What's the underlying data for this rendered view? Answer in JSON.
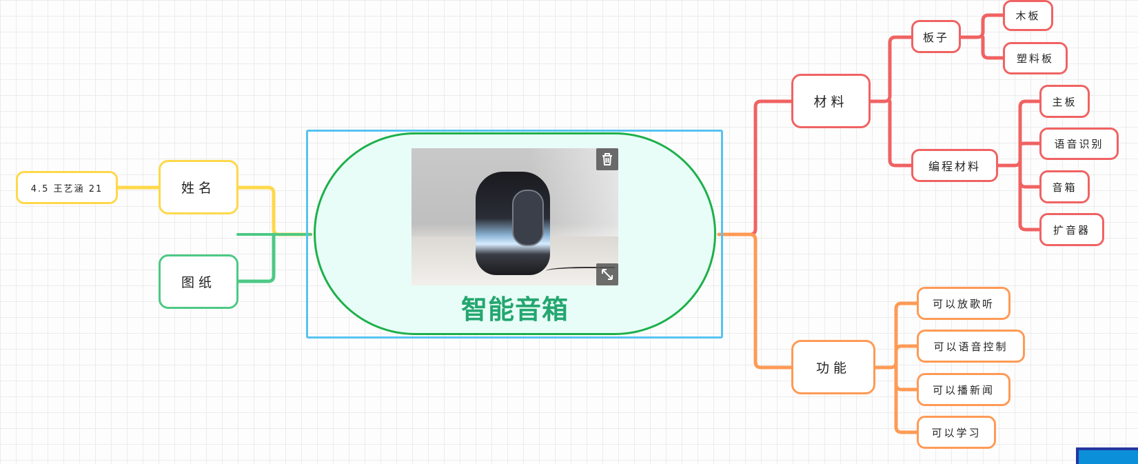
{
  "central": {
    "title": "智能音箱"
  },
  "icons": {
    "delete": "trash-icon",
    "resize": "expand-icon"
  },
  "colors": {
    "red": "#f06262",
    "orange": "#ff9a55",
    "yellow": "#ffd84a",
    "green": "#4dc985",
    "central_border": "#1cb04a",
    "central_fill": "#e8fdf7",
    "selection": "#56c3f0",
    "title_text": "#24a670"
  },
  "left": {
    "name": {
      "label": "姓名",
      "child": "4.5 王艺涵 21"
    },
    "drawing": {
      "label": "图纸"
    }
  },
  "right": {
    "materials": {
      "label": "材料",
      "board": {
        "label": "板子",
        "children": [
          "木板",
          "塑料板"
        ]
      },
      "programming": {
        "label": "编程材料",
        "children": [
          "主板",
          "语音识别",
          "音箱",
          "扩音器"
        ]
      }
    },
    "functions": {
      "label": "功能",
      "children": [
        "可以放歌听",
        "可以语音控制",
        "可以播新闻",
        "可以学习"
      ]
    }
  }
}
